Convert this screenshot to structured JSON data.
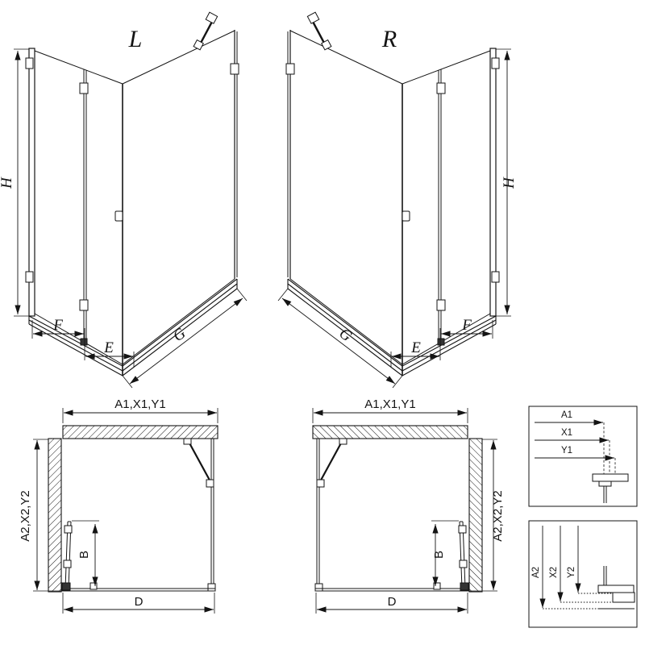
{
  "colors": {
    "line": "#141414",
    "background": "#ffffff"
  },
  "iso_left": {
    "label": "L",
    "dim_height": "H",
    "dim_fixed": "F",
    "dim_door": "E",
    "dim_side": "G"
  },
  "iso_right": {
    "label": "R",
    "dim_height": "H",
    "dim_fixed": "F",
    "dim_door": "E",
    "dim_side": "G"
  },
  "plan_left": {
    "dim_top": "A1,X1,Y1",
    "dim_side": "A2,X2,Y2",
    "dim_door": "B",
    "dim_bottom": "D"
  },
  "plan_right": {
    "dim_top": "A1,X1,Y1",
    "dim_side": "A2,X2,Y2",
    "dim_door": "B",
    "dim_bottom": "D"
  },
  "detail_top": {
    "dims": [
      "A1",
      "X1",
      "Y1"
    ]
  },
  "detail_bottom": {
    "dims": [
      "A2",
      "X2",
      "Y2"
    ]
  }
}
